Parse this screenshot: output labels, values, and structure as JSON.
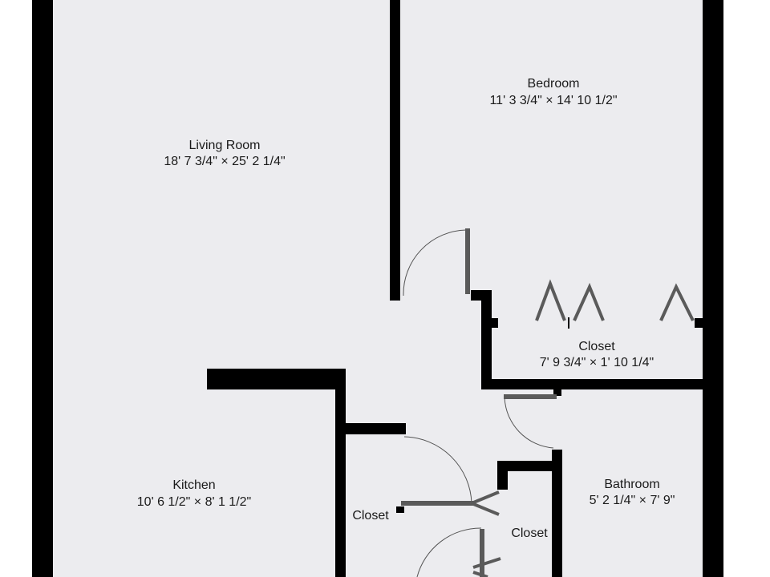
{
  "rooms": [
    {
      "id": "living-room",
      "name": "Living Room",
      "dims": "18' 7 3/4\" × 25' 2 1/4\""
    },
    {
      "id": "bedroom",
      "name": "Bedroom",
      "dims": "11' 3 3/4\" × 14' 10 1/2\""
    },
    {
      "id": "bedroom-closet",
      "name": "Closet",
      "dims": "7' 9 3/4\" × 1' 10 1/4\""
    },
    {
      "id": "kitchen",
      "name": "Kitchen",
      "dims": "10' 6 1/2\" × 8' 1 1/2\""
    },
    {
      "id": "bathroom",
      "name": "Bathroom",
      "dims": "5' 2 1/4\" × 7' 9\""
    },
    {
      "id": "hall-closet-left",
      "name": "Closet"
    },
    {
      "id": "hall-closet-right",
      "name": "Closet"
    }
  ],
  "colors": {
    "floor": "#ececef",
    "wall": "#000000",
    "door": "#5a5a5a",
    "swing": "#555555",
    "background": "#ffffff"
  }
}
